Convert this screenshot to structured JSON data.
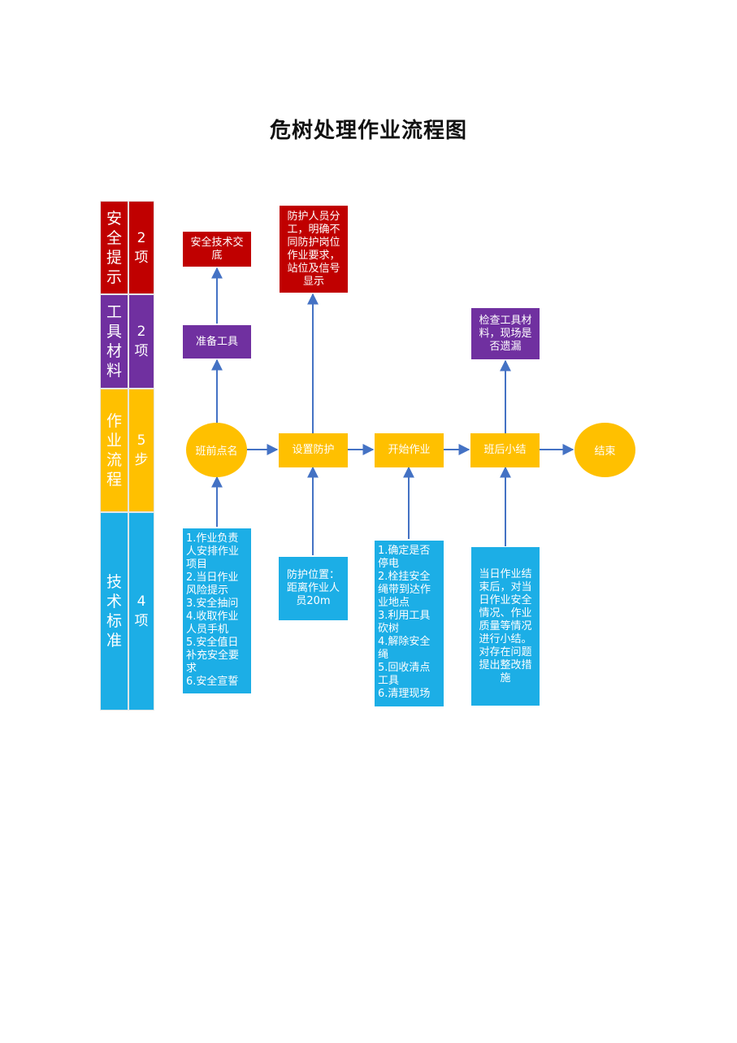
{
  "title": "危树处理作业流程图",
  "legend": [
    {
      "name": "安全提示",
      "count": "2项",
      "color": "#c00000"
    },
    {
      "name": "工具材料",
      "count": "2项",
      "color": "#7030a0"
    },
    {
      "name": "作业流程",
      "count": "5步",
      "color": "#ffc000"
    },
    {
      "name": "技术标准",
      "count": "4项",
      "color": "#1caee6"
    }
  ],
  "flow": {
    "steps": [
      "班前点名",
      "设置防护",
      "开始作业",
      "班后小结",
      "结束"
    ]
  },
  "safety": {
    "briefing": "安全技术交底",
    "protection_roles": "防护人员分工，明确不同防护岗位作业要求，站位及信号显示"
  },
  "tools": {
    "prepare": "准备工具",
    "check": "检查工具材料，现场是否遗漏"
  },
  "standards": {
    "rollcall": [
      "1.作业负责人安排作业项目",
      "2.当日作业风险提示",
      "3.安全抽问",
      "4.收取作业人员手机",
      "5.安全值日补充安全要求",
      "6.安全宣誓"
    ],
    "protection_position": "防护位置：距离作业人员20m",
    "work": [
      "1.确定是否停电",
      "2.栓挂安全绳带到达作业地点",
      "3.利用工具砍树",
      "4.解除安全绳",
      "5.回收清点工具",
      "6.清理现场"
    ],
    "summary": "当日作业结束后，对当日作业安全情况、作业质量等情况进行小结。对存在问题提出整改措施"
  },
  "colors": {
    "safety": "#c00000",
    "tools": "#7030a0",
    "flow": "#ffc000",
    "standards": "#1caee6",
    "arrow": "#4472c4"
  }
}
